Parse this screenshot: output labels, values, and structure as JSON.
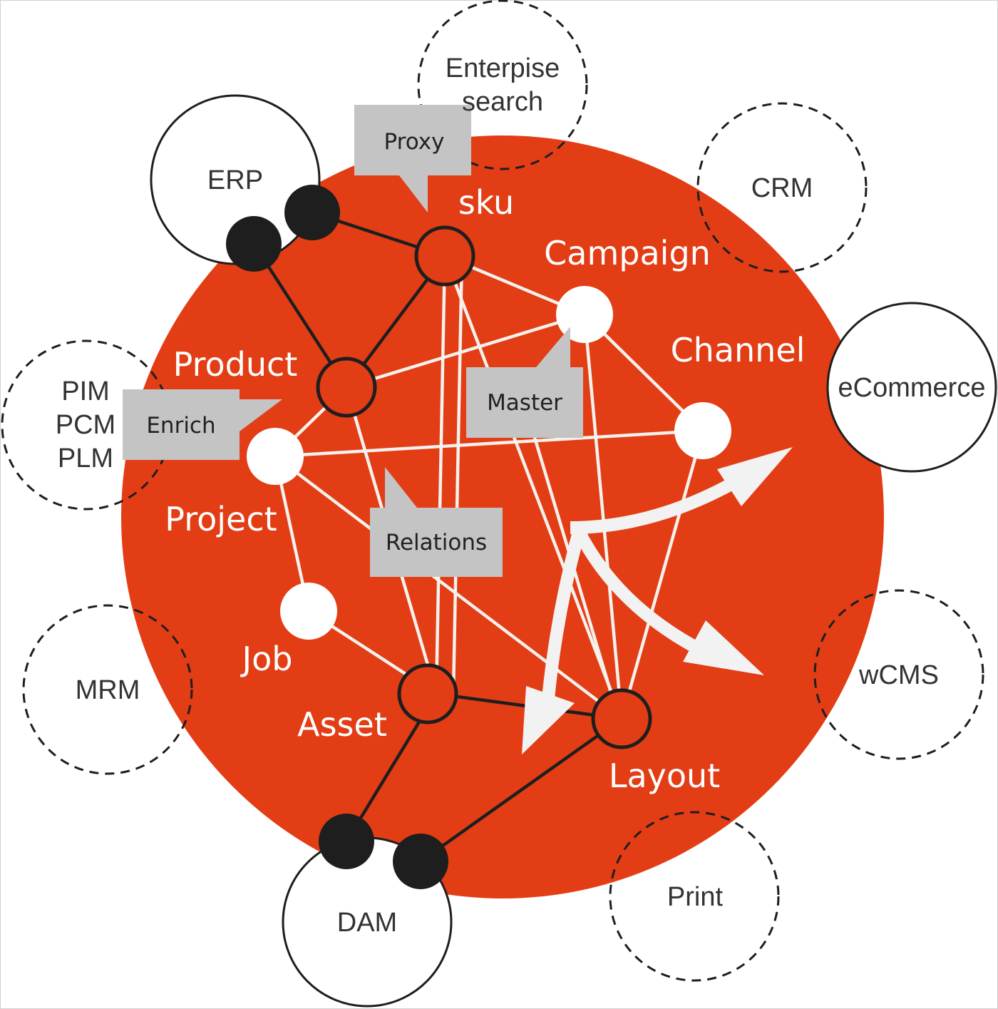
{
  "colors": {
    "core_circle": "#e33d15",
    "entity_white": "#ffffff",
    "entity_ring": "#1e1e1e",
    "connector": "#1e1e1e",
    "callout_bg": "#c4c4c4",
    "arrow": "#f2f2f2"
  },
  "systems": {
    "erp": "ERP",
    "dam": "DAM",
    "ecommerce": "eCommerce",
    "enterprise_search": [
      "Enterpise",
      "search"
    ],
    "crm": "CRM",
    "pim": [
      "PIM",
      "PCM",
      "PLM"
    ],
    "mrm": "MRM",
    "wcms": "wCMS",
    "print": "Print"
  },
  "entities": {
    "sku": "sku",
    "campaign": "Campaign",
    "channel": "Channel",
    "product": "Product",
    "project": "Project",
    "job": "Job",
    "asset": "Asset",
    "layout": "Layout"
  },
  "callouts": {
    "proxy": "Proxy",
    "master": "Master",
    "enrich": "Enrich",
    "relations": "Relations"
  }
}
